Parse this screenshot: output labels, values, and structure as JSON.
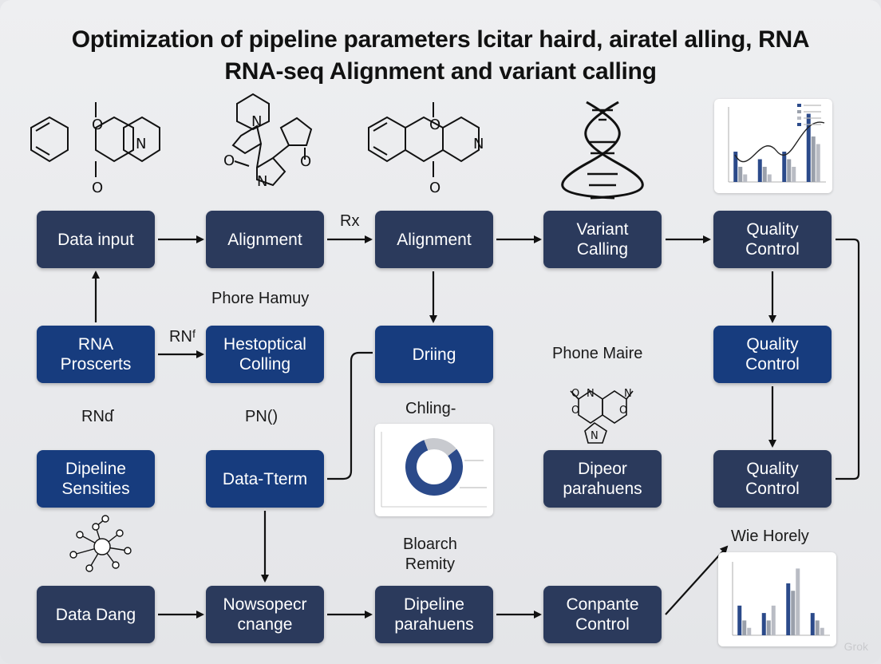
{
  "title": {
    "line1": "Optimization of pipeline parameters lcitar haird,  airatel alling, RNA",
    "line2": "RNA-seq Alignment and variant   calling"
  },
  "nodes": {
    "data_input": "Data input",
    "alignment_1": "Alignment",
    "alignment_2": "Alignment",
    "variant_calling": "Variant\nCalling",
    "quality_control_1": "Quality\nControl",
    "rna_proscerts": "RNA\nProscerts",
    "hestoptical_colling": "Hestoptical\nColling",
    "driing": "Driing",
    "quality_control_2": "Quality\nControl",
    "dipeline_sensities": "Dipeline\nSensities",
    "data_tterm": "Data-Tterm",
    "dipeor_parahuens": "Dipeor\nparahuens",
    "quality_control_3": "Quality\nControl",
    "data_dang": "Data Dang",
    "nowsopecr_cnange": "Nowsopecr\ncnange",
    "dipeline_parahuens": "Dipeline\nparahuens",
    "conpante_control": "Conpante\nControl"
  },
  "labels": {
    "rx": "Rx",
    "phore_hamuy": "Phore Hamuy",
    "rn_arrow": "RNᶠ",
    "phone_maire": "Phone Maire",
    "rn9": "RNɗ",
    "pn": "PN()",
    "chling": "Chling-",
    "bloarch_remity": "Bloarch\nRemity",
    "wie_horely": "Wie Horely"
  },
  "watermark": "Grok",
  "colors": {
    "node_dark": "#2b3a5c",
    "node_blue": "#173c7e",
    "bar_navy": "#2b4a8a",
    "bar_gray": "#b9bcc4"
  },
  "icons": [
    "molecule-icon",
    "dna-helix-icon",
    "network-graph-icon"
  ],
  "chart_data": [
    {
      "type": "bar",
      "legend": "top-right",
      "series": [
        {
          "values": [
            4,
            3,
            4,
            9
          ]
        },
        {
          "values": [
            2,
            2,
            3,
            6
          ]
        },
        {
          "values": [
            1,
            1,
            2,
            5
          ]
        }
      ],
      "trend_line": true
    },
    {
      "type": "pie",
      "style": "donut",
      "values": [
        80,
        20
      ],
      "colors": [
        "#2b4a8a",
        "#c8cacf"
      ]
    },
    {
      "type": "bar",
      "series": [
        {
          "values": [
            4,
            3,
            7,
            3
          ]
        },
        {
          "values": [
            2,
            2,
            6,
            2
          ]
        },
        {
          "values": [
            1,
            4,
            9,
            1
          ]
        }
      ]
    }
  ]
}
